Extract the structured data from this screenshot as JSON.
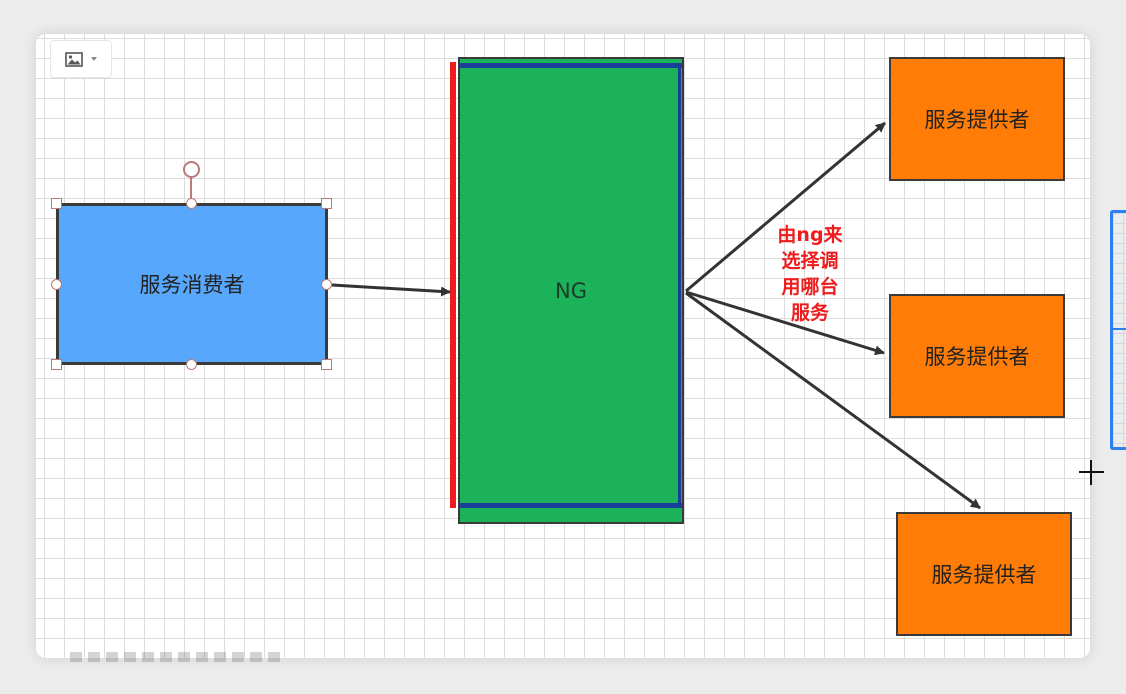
{
  "diagram": {
    "consumer": {
      "label": "服务消费者",
      "color": "#57a7fd"
    },
    "gateway": {
      "label": "NG",
      "color": "#1cb25a",
      "highlight_left": "#ee1c1c",
      "highlight_frame": "#1a3f9a"
    },
    "providers": [
      {
        "label": "服务提供者"
      },
      {
        "label": "服务提供者"
      },
      {
        "label": "服务提供者"
      }
    ],
    "provider_color": "#ff7d07",
    "annotation": {
      "text": "由ng来\n选择调\n用哪台\n服务",
      "color": "#ee1c1c"
    },
    "edge_color": "#333333"
  },
  "toolbar": {
    "image_icon": "image-icon",
    "dropdown_icon": "chevron-down-icon"
  }
}
